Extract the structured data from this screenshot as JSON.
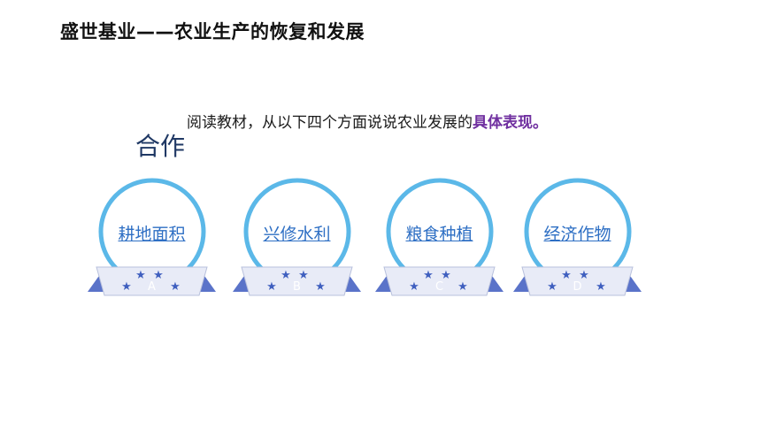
{
  "slide": {
    "title": "盛世基业——农业生产的恢复和发展",
    "instruction_prefix": "阅读教材，从以下四个方面说说农业发展的",
    "instruction_emphasis": "具体表现。",
    "cooperation_label": "合作"
  },
  "cards": [
    {
      "topic": "耕地面积",
      "letter": "A"
    },
    {
      "topic": "兴修水利",
      "letter": "B"
    },
    {
      "topic": "粮食种植",
      "letter": "C"
    },
    {
      "topic": "经济作物",
      "letter": "D"
    }
  ],
  "colors": {
    "circle_stroke": "#5bb8e8",
    "ribbon_face": "#e8ebf7",
    "ribbon_side": "#5a73c9",
    "star": "#3f5fbf",
    "topic_text": "#2e6fc4",
    "emphasis_text": "#7030a0",
    "cooperation_text": "#1f3864"
  },
  "icons": {
    "ribbon_decoration": "star-icon"
  }
}
